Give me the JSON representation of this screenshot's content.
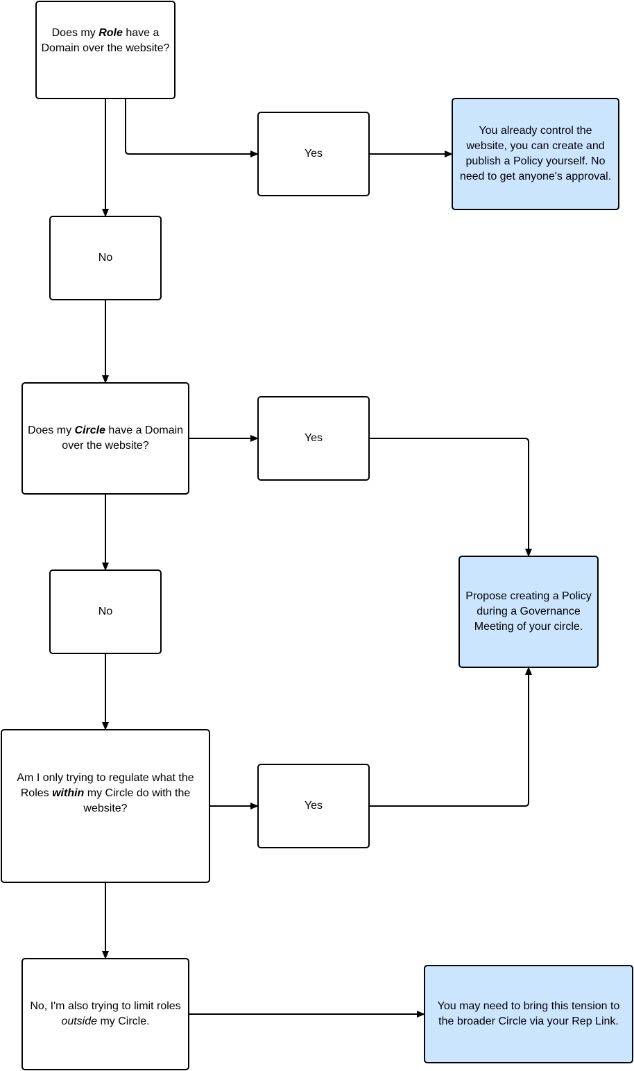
{
  "nodes": {
    "q1": {
      "pre": "Does my ",
      "em": "Role",
      "post": " have a Domain over the website?"
    },
    "yes1": {
      "text": "Yes"
    },
    "r1": {
      "text": "You already control the website, you can create and publish a Policy yourself. No need to get anyone's approval."
    },
    "no1": {
      "text": "No"
    },
    "q2": {
      "pre": "Does my ",
      "em": "Circle",
      "post": " have a Domain over the website?"
    },
    "yes2": {
      "text": "Yes"
    },
    "r2": {
      "text": "Propose creating a Policy during a Governance Meeting of your circle."
    },
    "no2": {
      "text": "No"
    },
    "q3": {
      "pre": "Am I only trying to regulate what the Roles ",
      "em": "within",
      "post": " my Circle do with the website?"
    },
    "yes3": {
      "text": "Yes"
    },
    "q4": {
      "pre": "No, I'm also trying to limit roles ",
      "em": "outside",
      "post": " my Circle."
    },
    "r3": {
      "text": "You may need to bring this tension to the broader Circle via your Rep Link."
    }
  },
  "colors": {
    "result_fill": "#cce5ff",
    "stroke": "#000000"
  }
}
